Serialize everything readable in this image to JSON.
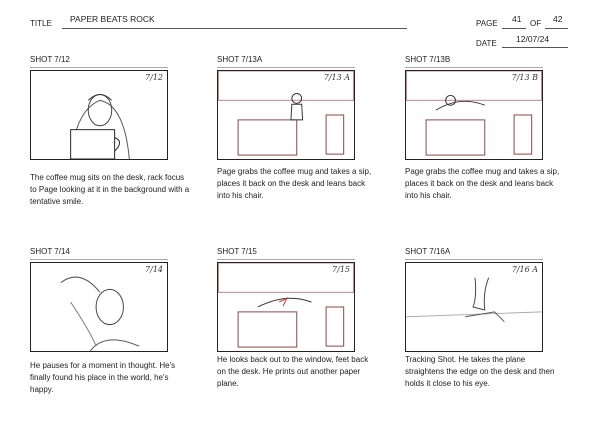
{
  "header": {
    "title_label": "TITLE",
    "title": "PAPER BEATS ROCK",
    "page_label": "PAGE",
    "page": "41",
    "of_label": "OF",
    "total_pages": "42",
    "date_label": "DATE",
    "date": "12/07/24"
  },
  "shots": [
    {
      "name": "SHOT 7/12",
      "note": "7/12",
      "desc": "The coffee mug sits on the desk, rack focus to Page looking at it in the background with a tentative smile."
    },
    {
      "name": "SHOT 7/13A",
      "note": "7/13 A",
      "desc": "Page grabs the coffee mug and takes a sip, places it back on the desk and leans back into his chair."
    },
    {
      "name": "SHOT 7/13B",
      "note": "7/13 B",
      "desc": "Page grabs the coffee mug and takes a sip, places it back on the desk and leans back into his chair."
    },
    {
      "name": "SHOT 7/14",
      "note": "7/14",
      "desc": "He pauses for a moment in thought. He's finally found his place in the world, he's happy."
    },
    {
      "name": "SHOT 7/15",
      "note": "7/15",
      "desc": "He looks back out to the window, feet back on the desk. He prints out another paper plane."
    },
    {
      "name": "SHOT 7/16A",
      "note": "7/16 A",
      "desc": "Tracking Shot. He takes the plane straightens the edge on the desk and then holds it close to his eye."
    }
  ]
}
